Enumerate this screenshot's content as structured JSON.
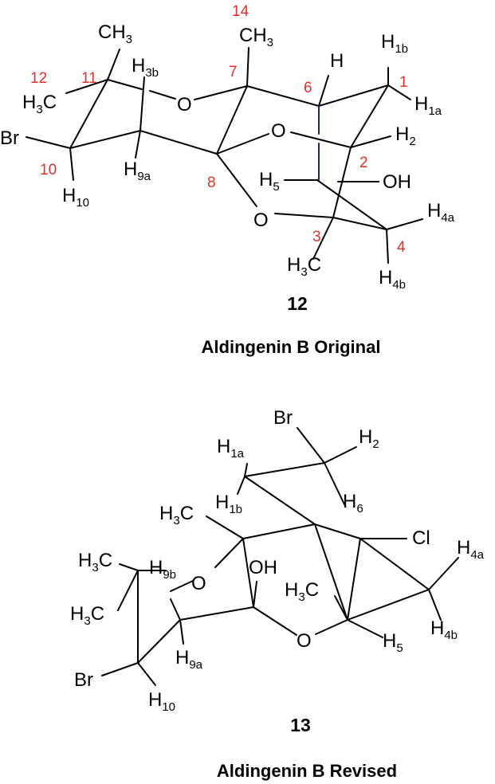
{
  "structure_12": {
    "compound_number": "12",
    "caption": "Aldingenin B Original",
    "atom_numbers": {
      "n1": "1",
      "n2": "2",
      "n3": "3",
      "n4": "4",
      "n6": "6",
      "n7": "7",
      "n8": "8",
      "n10": "10",
      "n11": "11",
      "n12": "12",
      "n14": "14"
    },
    "labels": {
      "ch3_top": "CH3",
      "ch3_c7": "CH3",
      "h3c_12": "H3C",
      "h3b": "H3b",
      "h6": "H",
      "h1b": "H1b",
      "h1a": "H1a",
      "h2": "H2",
      "br": "Br",
      "h9a": "H9a",
      "h10": "H10",
      "o_ring": "O",
      "o_mid": "O",
      "o_low": "O",
      "h5": "H5",
      "oh": "OH",
      "h4a": "H4a",
      "h4b": "H4b",
      "h3c_3": "H3C"
    }
  },
  "structure_13": {
    "compound_number": "13",
    "caption": "Aldingenin B Revised",
    "labels": {
      "br_top": "Br",
      "h2": "H2",
      "h1a": "H1a",
      "h1b": "H1b",
      "h3c_upper": "H3C",
      "h6": "H6",
      "cl": "Cl",
      "h4a": "H4a",
      "h3c_left_top": "H3C",
      "h9b": "H9b",
      "o_ring": "O",
      "oh": "OH",
      "h3c_mid": "H3C",
      "h3c_left_bot": "H3C",
      "o_low": "O",
      "h5": "H5",
      "h4b": "H4b",
      "br_bot": "Br",
      "h9a": "H9a",
      "h10": "H10"
    }
  }
}
